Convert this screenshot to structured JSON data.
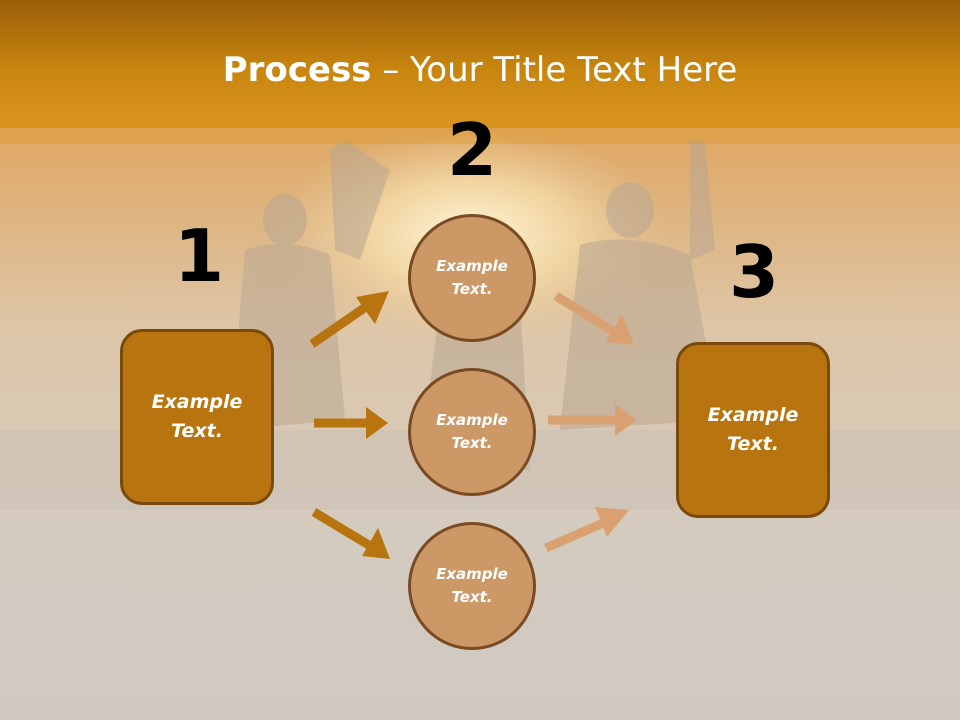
{
  "slide": {
    "title_bold": "Process",
    "title_rest": " – Your Title Text Here"
  },
  "colors": {
    "header": "#c98a16",
    "box_fill": "#b8740f",
    "circle_fill": "#cc9865",
    "arrow_left": "#b8740f",
    "arrow_right": "#d9a072"
  },
  "steps": [
    {
      "number": "1",
      "label": "Example Text."
    },
    {
      "number": "2",
      "label": "Example Text."
    },
    {
      "number": "3",
      "label": "Example Text."
    }
  ],
  "circles": [
    {
      "label": "Example Text."
    },
    {
      "label": "Example Text."
    },
    {
      "label": "Example Text."
    }
  ]
}
